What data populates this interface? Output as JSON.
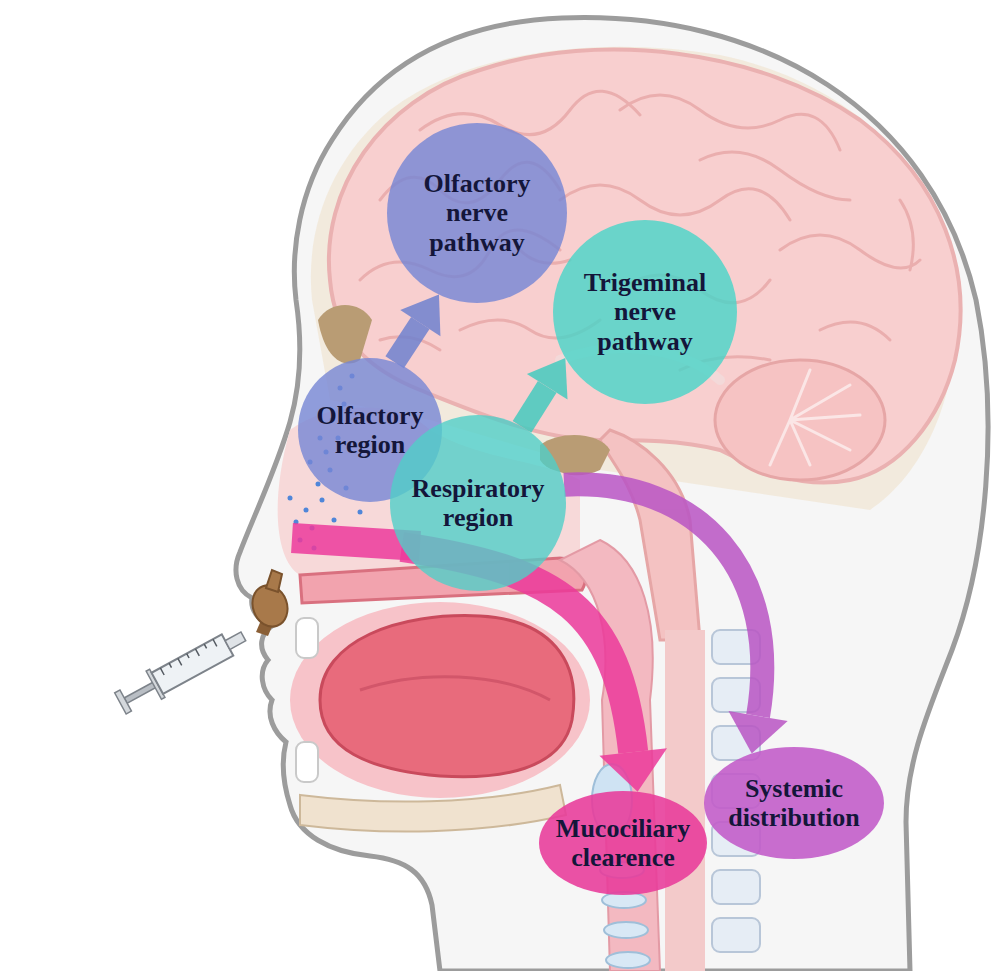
{
  "diagram": {
    "nodes": [
      {
        "text": [
          "Olfactory nerve pathway"
        ]
      },
      {
        "text": [
          "Trigeminal nerve pathway"
        ]
      },
      {
        "text": [
          "Olfactory region"
        ]
      },
      {
        "text": [
          "Respiratory region"
        ]
      },
      {
        "text": [
          "Systemic distribution"
        ]
      },
      {
        "text": [
          "Mucociliary clearence"
        ]
      }
    ],
    "edges": [
      {
        "from": 2,
        "to": 0,
        "arrow": "to"
      },
      {
        "from": 3,
        "to": 1,
        "arrow": "to"
      },
      {
        "from": 3,
        "to": 4,
        "arrow": "to"
      },
      {
        "from": 3,
        "to": 5,
        "arrow": "to"
      }
    ]
  }
}
